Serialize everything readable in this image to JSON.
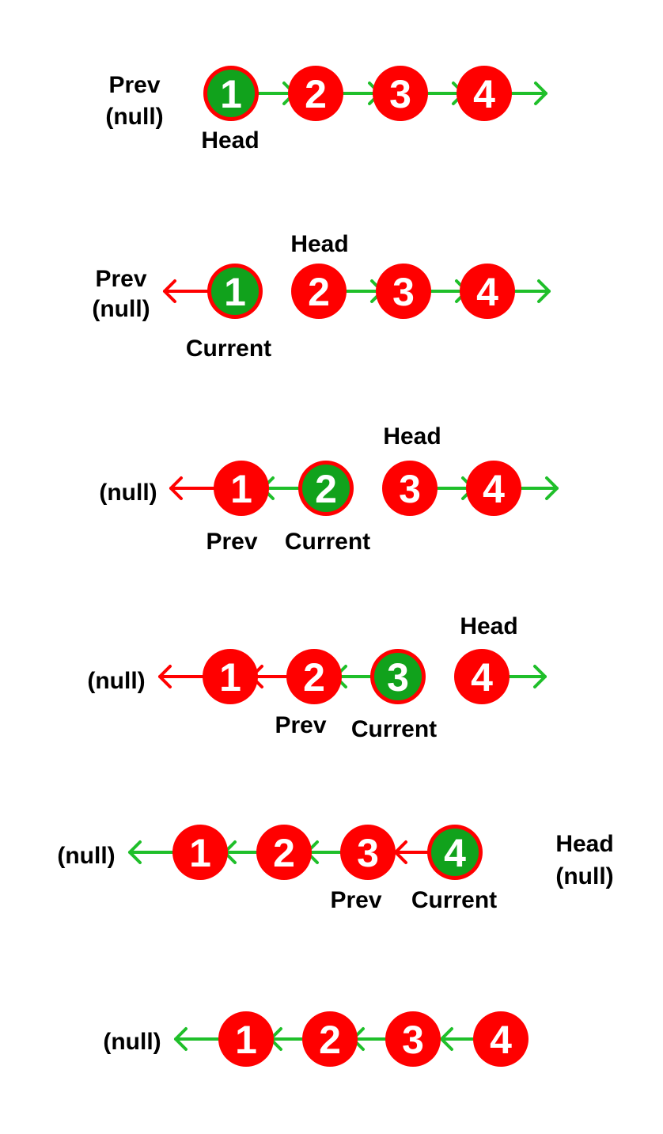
{
  "colors": {
    "node_red": "#ff0000",
    "node_green": "#11a21c",
    "arrow_green": "#1fbf2a",
    "arrow_red": "#ff0000",
    "label": "#000000",
    "node_text": "#ffffff"
  },
  "steps": [
    {
      "labels": [
        "Prev",
        "(null)",
        "Head"
      ],
      "nodes": [
        {
          "value": "1",
          "state": "current"
        },
        {
          "value": "2",
          "state": "normal"
        },
        {
          "value": "3",
          "state": "normal"
        },
        {
          "value": "4",
          "state": "normal"
        }
      ]
    },
    {
      "labels": [
        "Prev",
        "(null)",
        "Head",
        "Current"
      ],
      "nodes": [
        {
          "value": "1",
          "state": "current"
        },
        {
          "value": "2",
          "state": "normal"
        },
        {
          "value": "3",
          "state": "normal"
        },
        {
          "value": "4",
          "state": "normal"
        }
      ]
    },
    {
      "labels": [
        "(null)",
        "Head",
        "Prev",
        "Current"
      ],
      "nodes": [
        {
          "value": "1",
          "state": "normal"
        },
        {
          "value": "2",
          "state": "current"
        },
        {
          "value": "3",
          "state": "normal"
        },
        {
          "value": "4",
          "state": "normal"
        }
      ]
    },
    {
      "labels": [
        "(null)",
        "Head",
        "Prev",
        "Current"
      ],
      "nodes": [
        {
          "value": "1",
          "state": "normal"
        },
        {
          "value": "2",
          "state": "normal"
        },
        {
          "value": "3",
          "state": "current"
        },
        {
          "value": "4",
          "state": "normal"
        }
      ]
    },
    {
      "labels": [
        "(null)",
        "Head",
        "(null)",
        "Prev",
        "Current"
      ],
      "nodes": [
        {
          "value": "1",
          "state": "normal"
        },
        {
          "value": "2",
          "state": "normal"
        },
        {
          "value": "3",
          "state": "normal"
        },
        {
          "value": "4",
          "state": "current"
        }
      ]
    },
    {
      "labels": [
        "(null)"
      ],
      "nodes": [
        {
          "value": "1",
          "state": "normal"
        },
        {
          "value": "2",
          "state": "normal"
        },
        {
          "value": "3",
          "state": "normal"
        },
        {
          "value": "4",
          "state": "normal"
        }
      ]
    }
  ]
}
